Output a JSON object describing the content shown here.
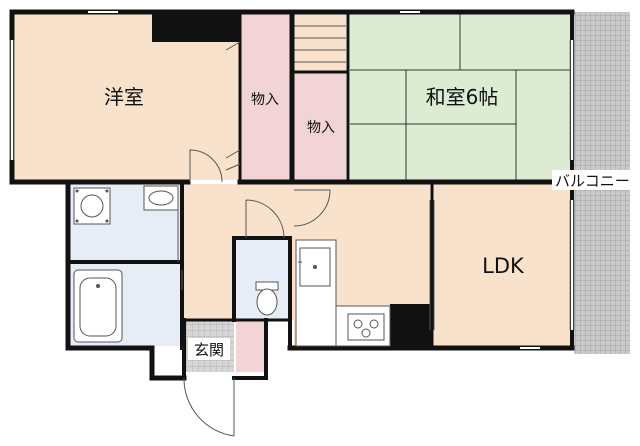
{
  "rooms": {
    "western": "洋室",
    "storage_a": "物入",
    "storage_b": "物入",
    "japanese": "和室6帖",
    "balcony": "バルコニー",
    "ldk": "LDK",
    "entrance": "玄関"
  },
  "colors": {
    "wall": "#111111",
    "floor_wood": "#f9e2cb",
    "tatami": "#dcecd3",
    "closet": "#f2d4d6",
    "wet_area": "#e6edf7",
    "balcony": "#c8c8c8",
    "entrance_tile": "#d4d4d4",
    "kitchen_counter": "#ffffff"
  },
  "icons": {
    "stove": "stove-icon",
    "toilet": "toilet-icon",
    "bathtub": "bathtub-icon",
    "washbasin": "washbasin-icon",
    "washer": "washing-machine-icon",
    "sink": "kitchen-sink-icon"
  }
}
